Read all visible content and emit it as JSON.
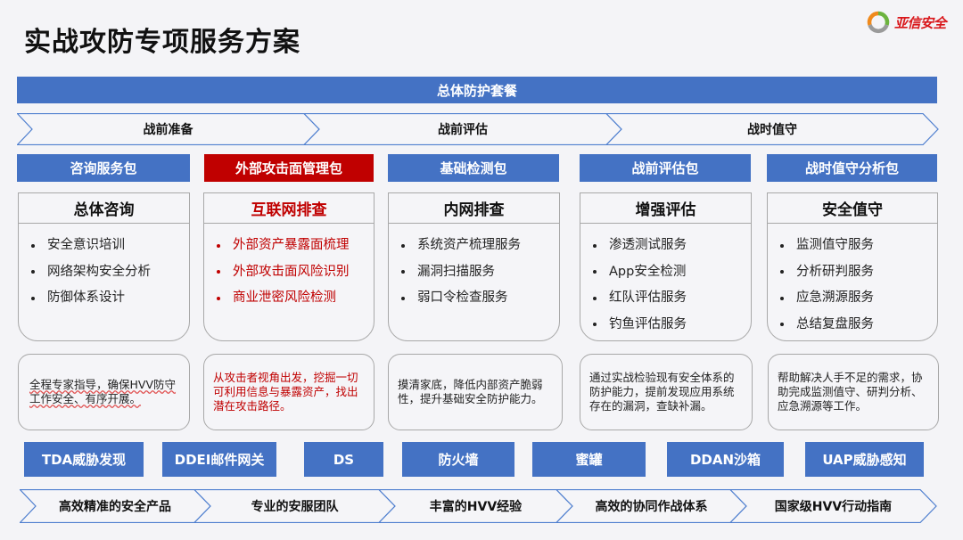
{
  "title": "实战攻防专项服务方案",
  "logo": {
    "icon": "ring-logo-icon",
    "text": "亚信安全",
    "color": "#d9171b"
  },
  "banner": {
    "label": "总体防护套餐",
    "color": "#4472c4"
  },
  "phases": [
    {
      "label": "战前准备"
    },
    {
      "label": "战前评估"
    },
    {
      "label": "战时值守"
    }
  ],
  "packages": [
    {
      "name": "咨询服务包",
      "color": "#4472c4",
      "card_title": "总体咨询",
      "items": [
        "安全意识培训",
        "网络架构安全分析",
        "防御体系设计"
      ],
      "description": "全程专家指导，确保HVV防守工作安全、有序开展。"
    },
    {
      "name": "外部攻击面管理包",
      "color": "#c00000",
      "card_title": "互联网排查",
      "items": [
        "外部资产暴露面梳理",
        "外部攻击面风险识别",
        "商业泄密风险检测"
      ],
      "description": "从攻击者视角出发，挖掘一切可利用信息与暴露资产，找出潜在攻击路径。"
    },
    {
      "name": "基础检测包",
      "color": "#4472c4",
      "card_title": "内网排查",
      "items": [
        "系统资产梳理服务",
        "漏洞扫描服务",
        "弱口令检查服务"
      ],
      "description": "摸清家底，降低内部资产脆弱性，提升基础安全防护能力。"
    },
    {
      "name": "战前评估包",
      "color": "#4472c4",
      "card_title": "增强评估",
      "items": [
        "渗透测试服务",
        "App安全检测",
        "红队评估服务",
        "钓鱼评估服务"
      ],
      "description": "通过实战检验现有安全体系的防护能力，提前发现应用系统存在的漏洞，查缺补漏。"
    },
    {
      "name": "战时值守分析包",
      "color": "#4472c4",
      "card_title": "安全值守",
      "items": [
        "监测值守服务",
        "分析研判服务",
        "应急溯源服务",
        "总结复盘服务"
      ],
      "description": "帮助解决人手不足的需求，协助完成监测值守、研判分析、应急溯源等工作。"
    }
  ],
  "products": [
    "TDA威胁发现",
    "DDEI邮件网关",
    "DS",
    "防火墙",
    "蜜罐",
    "DDAN沙箱",
    "UAP威胁感知"
  ],
  "strengths": [
    "高效精准的安全产品",
    "专业的安服团队",
    "丰富的HVV经验",
    "高效的协同作战体系",
    "国家级HVV行动指南"
  ]
}
